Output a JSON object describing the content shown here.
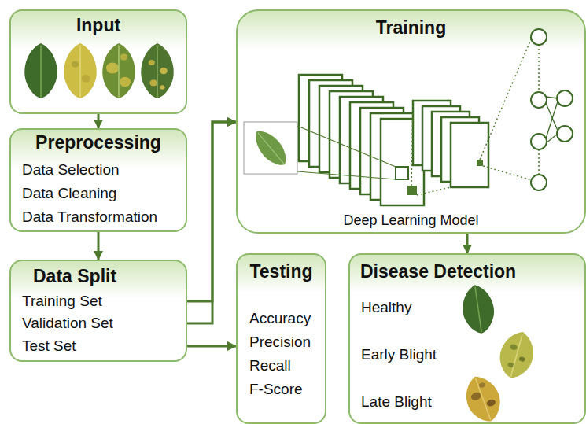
{
  "diagram": {
    "nodes": [
      {
        "text": [
          "Input"
        ]
      },
      {
        "text": [
          "Preprocessing",
          "Data Selection",
          "Data Cleaning",
          "Data Transformation"
        ]
      },
      {
        "text": [
          "Data Split",
          "Training Set",
          "Validation Set",
          "Test Set"
        ]
      },
      {
        "text": [
          "Training",
          "Deep Learning Model"
        ]
      },
      {
        "text": [
          "Testing",
          "Accuracy",
          "Precision",
          "Recall",
          "F-Score"
        ]
      },
      {
        "text": [
          "Disease Detection",
          "Healthy",
          "Early Blight",
          "Late Blight"
        ]
      }
    ],
    "edges": [
      {
        "from": 0,
        "to": 1,
        "arrow": "to"
      },
      {
        "from": 1,
        "to": 2,
        "arrow": "to"
      },
      {
        "from": 2,
        "to": 3,
        "arrow": "to"
      },
      {
        "from": 2,
        "to": 3,
        "arrow": "to"
      },
      {
        "from": 2,
        "to": 4,
        "arrow": "to"
      },
      {
        "from": 3,
        "to": 5,
        "arrow": "to"
      }
    ]
  }
}
